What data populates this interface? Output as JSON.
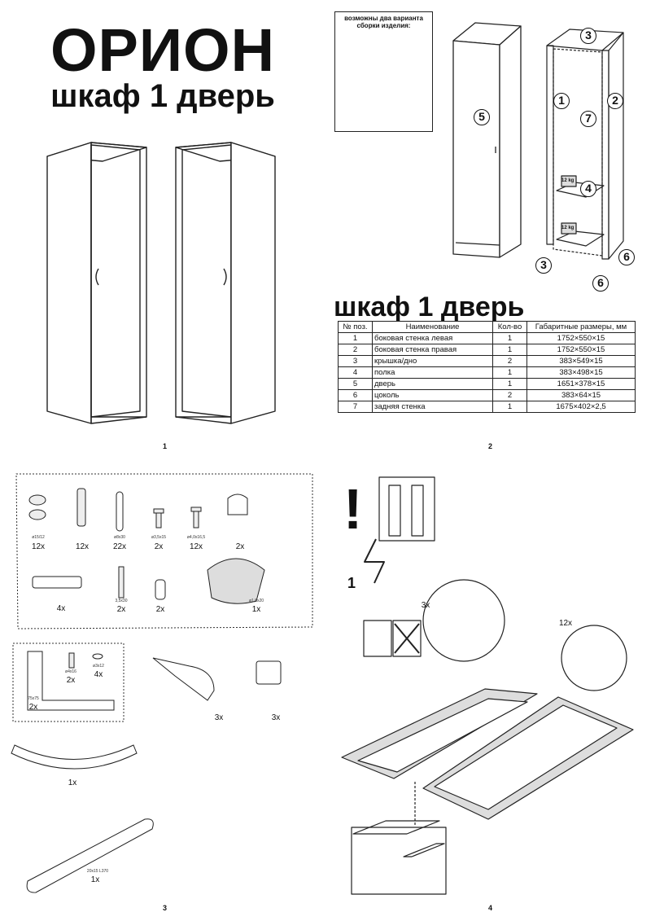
{
  "header": {
    "title": "ОРИОН",
    "subtitle": "шкаф 1 дверь"
  },
  "variants_note": "возможны два варианта сборки изделия:",
  "table": {
    "title": "шкаф 1 дверь",
    "columns": [
      "№ поз.",
      "Наименование",
      "Кол-во",
      "Габаритные размеры, мм"
    ],
    "rows": [
      [
        "1",
        "боковая стенка левая",
        "1",
        "1752×550×15"
      ],
      [
        "2",
        "боковая стенка правая",
        "1",
        "1752×550×15"
      ],
      [
        "3",
        "крышка/дно",
        "2",
        "383×549×15"
      ],
      [
        "4",
        "полка",
        "1",
        "383×498×15"
      ],
      [
        "5",
        "дверь",
        "1",
        "1651×378×15"
      ],
      [
        "6",
        "цоколь",
        "2",
        "383×64×15"
      ],
      [
        "7",
        "задняя стенка",
        "1",
        "1675×402×2,5"
      ]
    ]
  },
  "callouts": {
    "c5": "5",
    "c3top": "3",
    "c1": "1",
    "c7": "7",
    "c2": "2",
    "c4": "4",
    "c3bot": "3",
    "c6a": "6",
    "c6b": "6",
    "weight1": "12 kg",
    "weight2": "12 kg"
  },
  "kit": {
    "items": [
      {
        "spec": "ø15/12",
        "qty": "12x"
      },
      {
        "spec": "",
        "qty": "12x"
      },
      {
        "spec": "ø8x30",
        "qty": "22x"
      },
      {
        "spec": "ø3,5x15",
        "qty": "2x"
      },
      {
        "spec": "ø4,0x16,5",
        "qty": "12x"
      },
      {
        "spec": "",
        "qty": "2x"
      },
      {
        "spec": "",
        "qty": "4x"
      },
      {
        "spec": "3,5x30",
        "qty": "2x"
      },
      {
        "spec": "",
        "qty": "2x"
      },
      {
        "spec": "ø1,8x20",
        "qty": "1x"
      }
    ],
    "bracket": {
      "spec": "75x75",
      "qty": "2x",
      "screw_spec": "ø4x16",
      "screw_qty": "2x",
      "cap_spec": "ø3x12",
      "cap_qty": "4x"
    },
    "hinge_qty": "3x",
    "plate_qty": "3x",
    "handle_qty": "1x",
    "rod_spec": "20x15  L370",
    "rod_qty": "1x"
  },
  "step4": {
    "exclaim": "!",
    "step_number": "1",
    "qty_3x": "3x",
    "qty_12x": "12x"
  },
  "pages": {
    "p1": "1",
    "p2": "2",
    "p3": "3",
    "p4": "4"
  }
}
